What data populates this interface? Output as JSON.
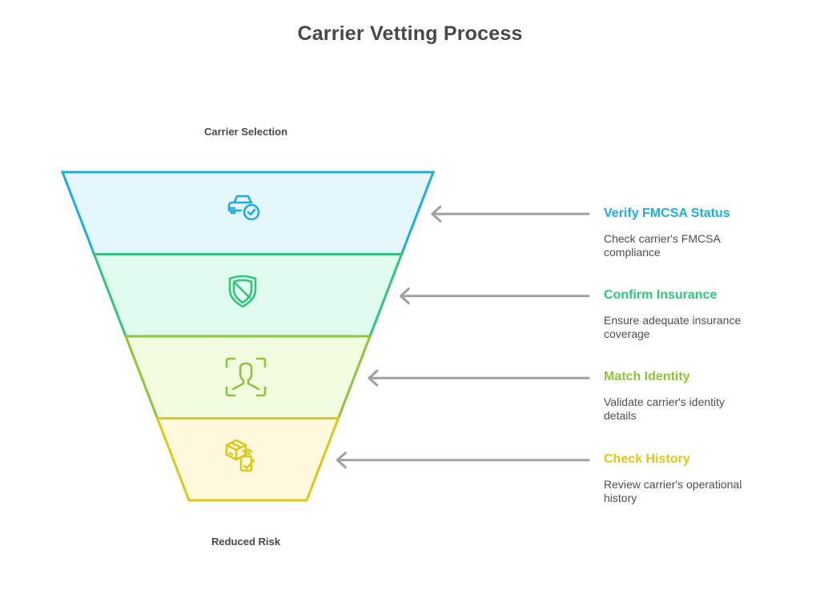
{
  "title": "Carrier Vetting Process",
  "funnel": {
    "top_label": "Carrier Selection",
    "bottom_label": "Reduced Risk"
  },
  "steps": [
    {
      "title": "Verify FMCSA Status",
      "description": "Check carrier's FMCSA compliance",
      "icon": "car-check-icon",
      "stroke": "#1EADDE",
      "fill": "#E5F7FD"
    },
    {
      "title": "Confirm Insurance",
      "description": "Ensure adequate insurance coverage",
      "icon": "shield-icon",
      "stroke": "#33C47E",
      "fill": "#E0FCEF"
    },
    {
      "title": "Match Identity",
      "description": "Validate carrier's identity details",
      "icon": "face-scan-user-icon",
      "stroke": "#8DC43C",
      "fill": "#F1FCDF"
    },
    {
      "title": "Check History",
      "description": "Review carrier's operational history",
      "icon": "package-device-check-icon",
      "stroke": "#DCC81A",
      "fill": "#FEF9DC"
    }
  ],
  "arrow_color": "#A0A0A0"
}
